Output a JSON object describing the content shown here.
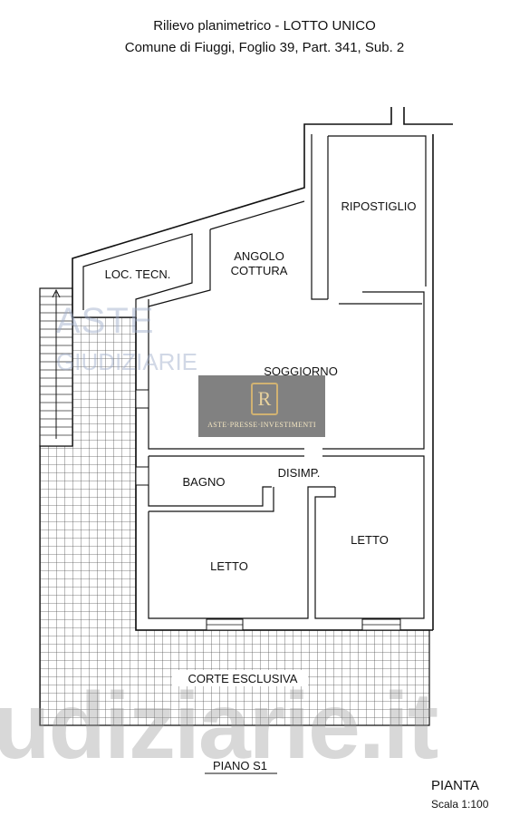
{
  "header": {
    "title_line1": "Rilievo planimetrico - LOTTO UNICO",
    "title_line2": "Comune di Fiuggi, Foglio 39, Part. 341, Sub. 2"
  },
  "rooms": {
    "ripostiglio": "RIPOSTIGLIO",
    "angolo": "ANGOLO",
    "cottura": "COTTURA",
    "loc_tecn": "LOC. TECN.",
    "soggiorno": "SOGGIORNO",
    "bagno": "BAGNO",
    "disimp": "DISIMP.",
    "letto_left": "LETTO",
    "letto_right": "LETTO",
    "corte": "CORTE ESCLUSIVA"
  },
  "floor_label": "PIANO S1",
  "footer": {
    "plan": "PIANTA",
    "scale": "Scala 1:100"
  },
  "watermarks": {
    "aste": "ASTE",
    "giudiziarie": "GIUDIZIARIE",
    "logo_letter": "R",
    "tagline": "ASTE·PRESSE·INVESTIMENTI",
    "bottom": "udiziarie.it"
  }
}
